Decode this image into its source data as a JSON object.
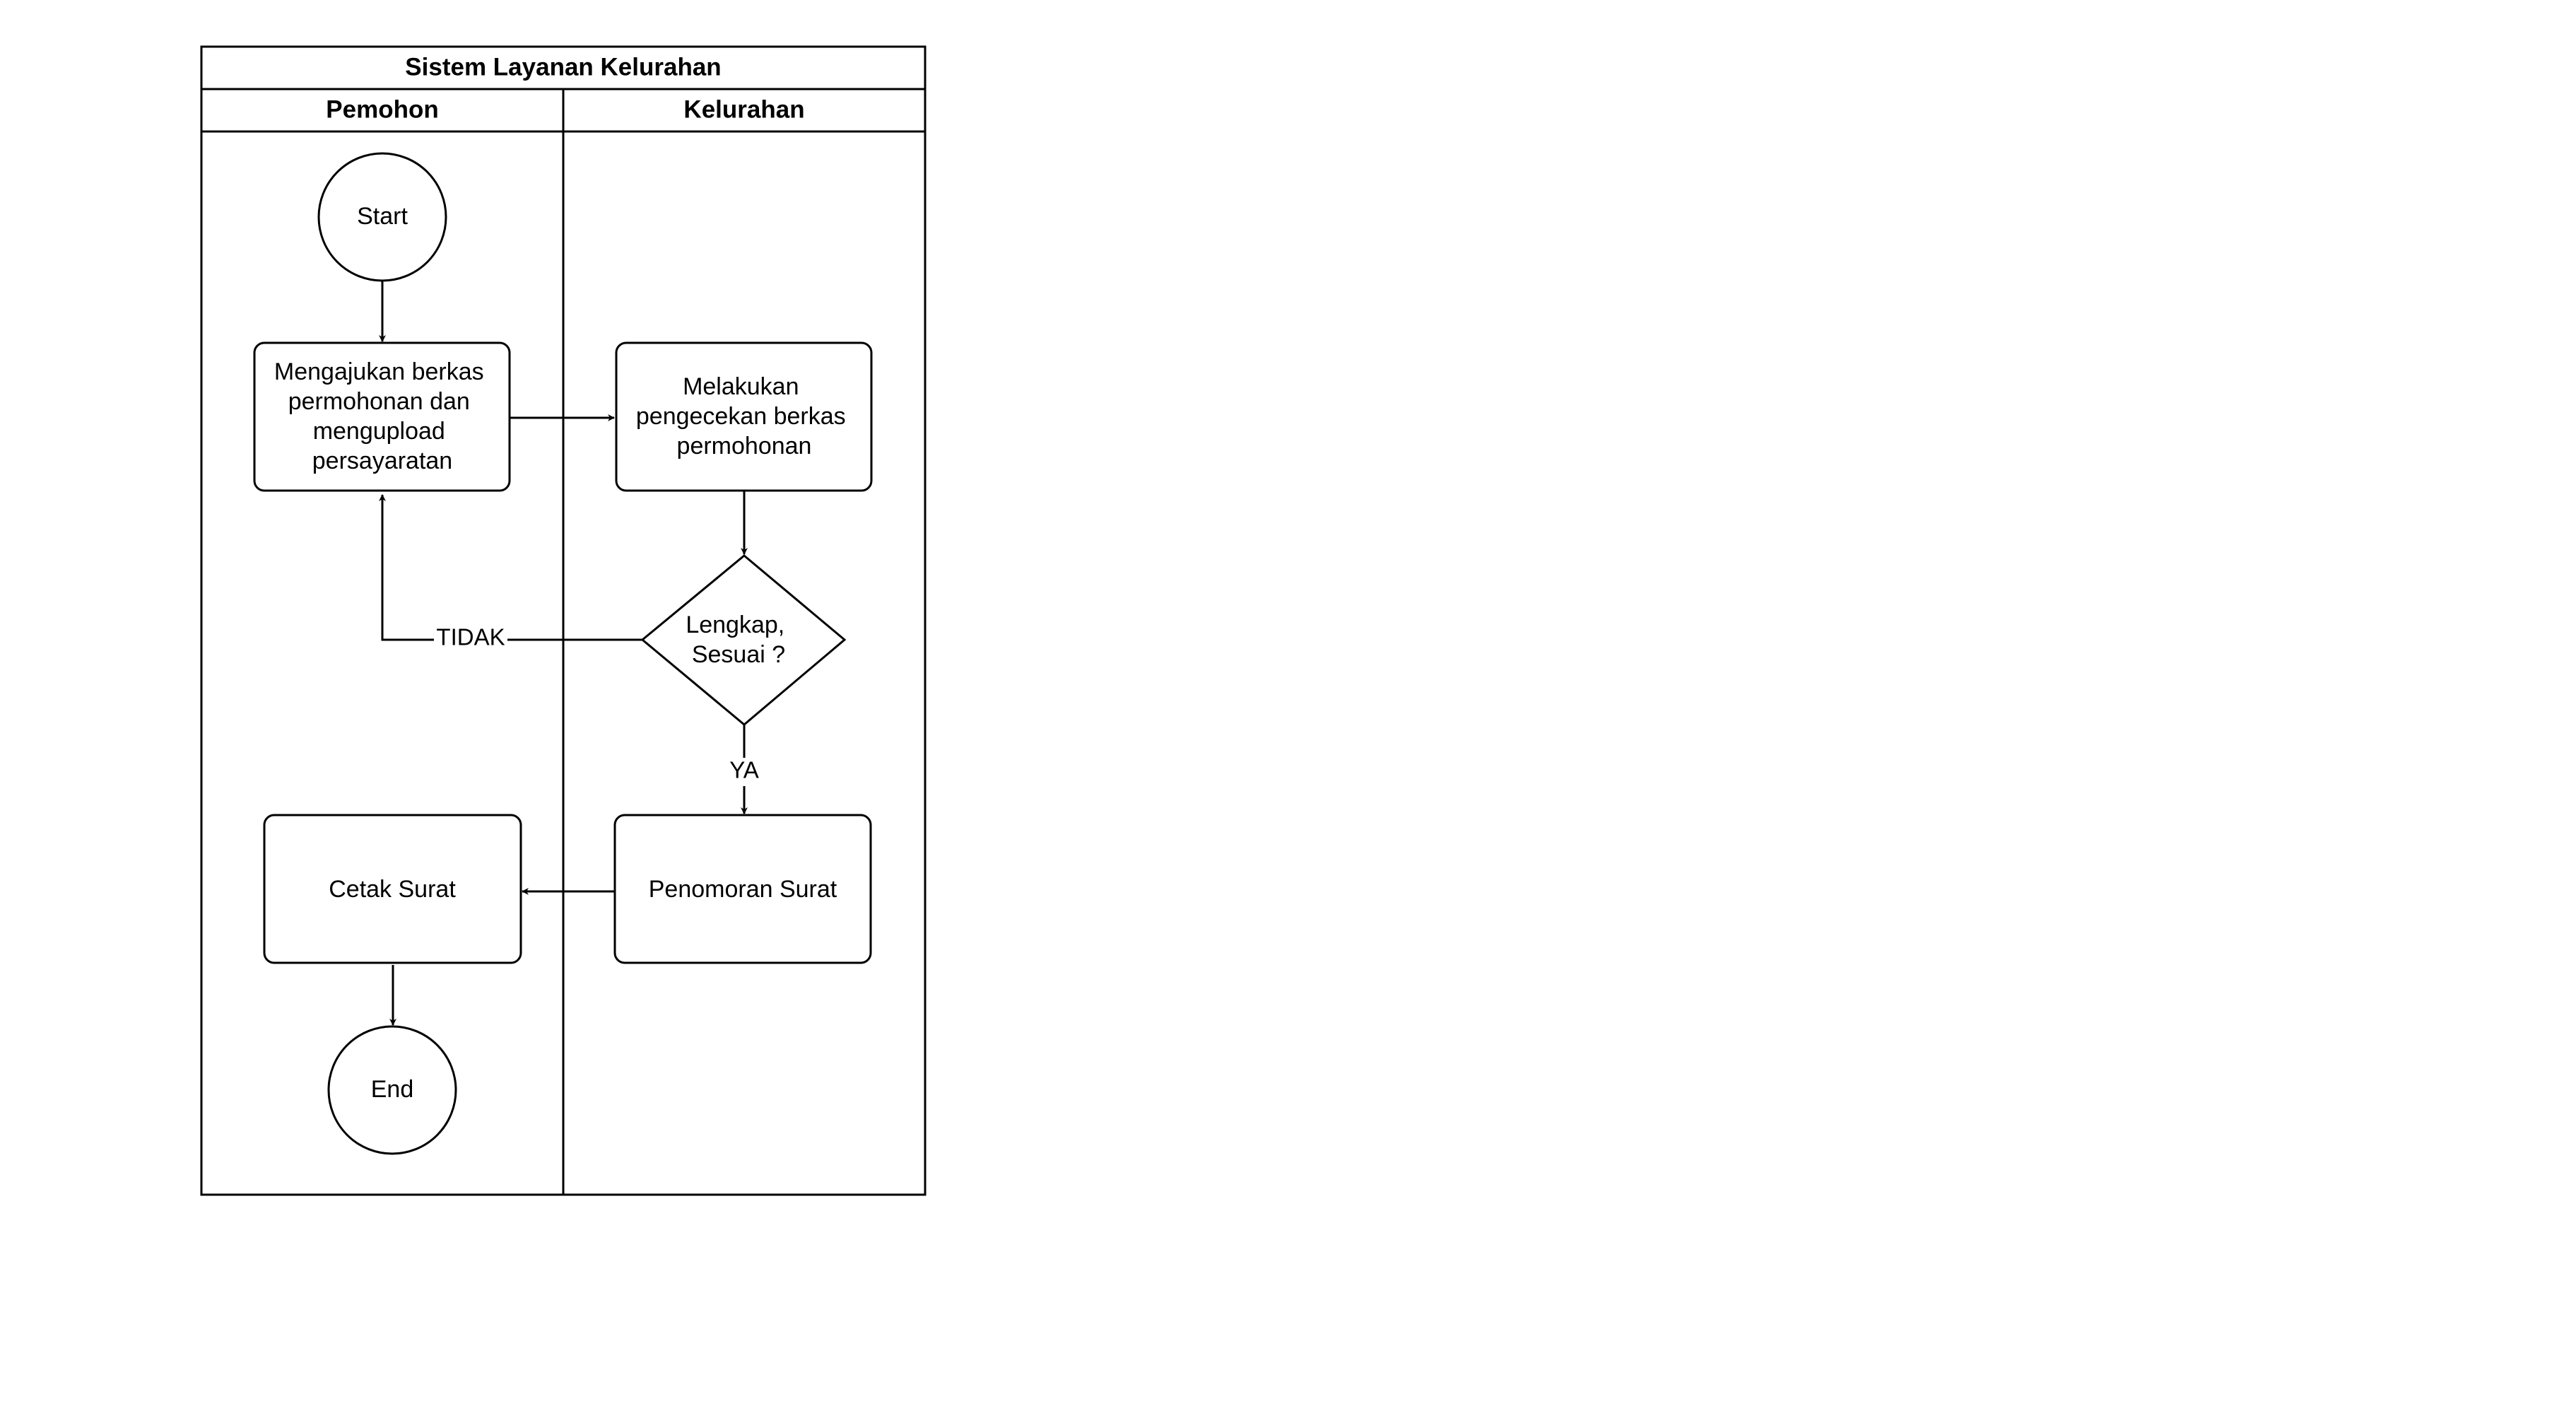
{
  "diagram": {
    "title": "Sistem Layanan Kelurahan",
    "lanes": [
      {
        "label": "Pemohon"
      },
      {
        "label": "Kelurahan"
      }
    ],
    "nodes": {
      "start": {
        "label": "Start",
        "shape": "circle"
      },
      "submit": {
        "label_lines": [
          "Mengajukan berkas",
          "permohonan dan",
          "mengupload",
          "persayaratan"
        ],
        "shape": "rounded-rectangle"
      },
      "check": {
        "label_lines": [
          "Melakukan",
          "pengecekan berkas",
          "permohonan"
        ],
        "shape": "rounded-rectangle"
      },
      "decision": {
        "label_lines": [
          "Lengkap,",
          "Sesuai ?"
        ],
        "shape": "diamond"
      },
      "numbering": {
        "label": "Penomoran Surat",
        "shape": "rounded-rectangle"
      },
      "print": {
        "label": "Cetak Surat",
        "shape": "rounded-rectangle"
      },
      "end": {
        "label": "End",
        "shape": "circle"
      }
    },
    "edges": [
      {
        "from": "start",
        "to": "submit",
        "label": ""
      },
      {
        "from": "submit",
        "to": "check",
        "label": ""
      },
      {
        "from": "check",
        "to": "decision",
        "label": ""
      },
      {
        "from": "decision",
        "to": "submit",
        "label": "TIDAK"
      },
      {
        "from": "decision",
        "to": "numbering",
        "label": "YA"
      },
      {
        "from": "numbering",
        "to": "print",
        "label": ""
      },
      {
        "from": "print",
        "to": "end",
        "label": ""
      }
    ]
  }
}
